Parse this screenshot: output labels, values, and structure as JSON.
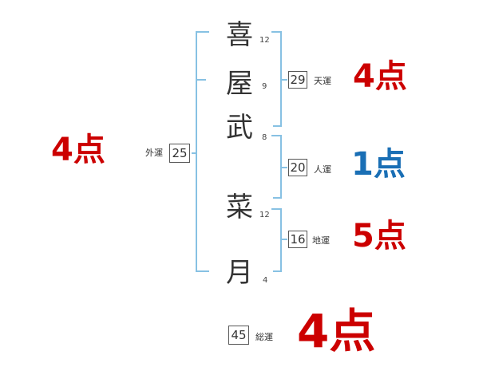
{
  "name_chars": [
    "喜",
    "屋",
    "武",
    "菜",
    "月"
  ],
  "strokes": [
    "12",
    "9",
    "8",
    "12",
    "4"
  ],
  "fortunes": {
    "tenkaku": {
      "label": "天運",
      "value": "29",
      "score": "4点",
      "color": "#cc0000"
    },
    "jinkaku": {
      "label": "人運",
      "value": "20",
      "score": "1点",
      "color": "#1a6fb5"
    },
    "chikaku": {
      "label": "地運",
      "value": "16",
      "score": "5点",
      "color": "#cc0000"
    },
    "gaikaku": {
      "label": "外運",
      "value": "25",
      "score": "4点",
      "color": "#cc0000"
    },
    "soukaku": {
      "label": "総運",
      "value": "45",
      "score": "4点",
      "color": "#cc0000"
    }
  },
  "colors": {
    "bracket": "#87c1e3",
    "red": "#cc0000",
    "blue": "#1a6fb5"
  }
}
